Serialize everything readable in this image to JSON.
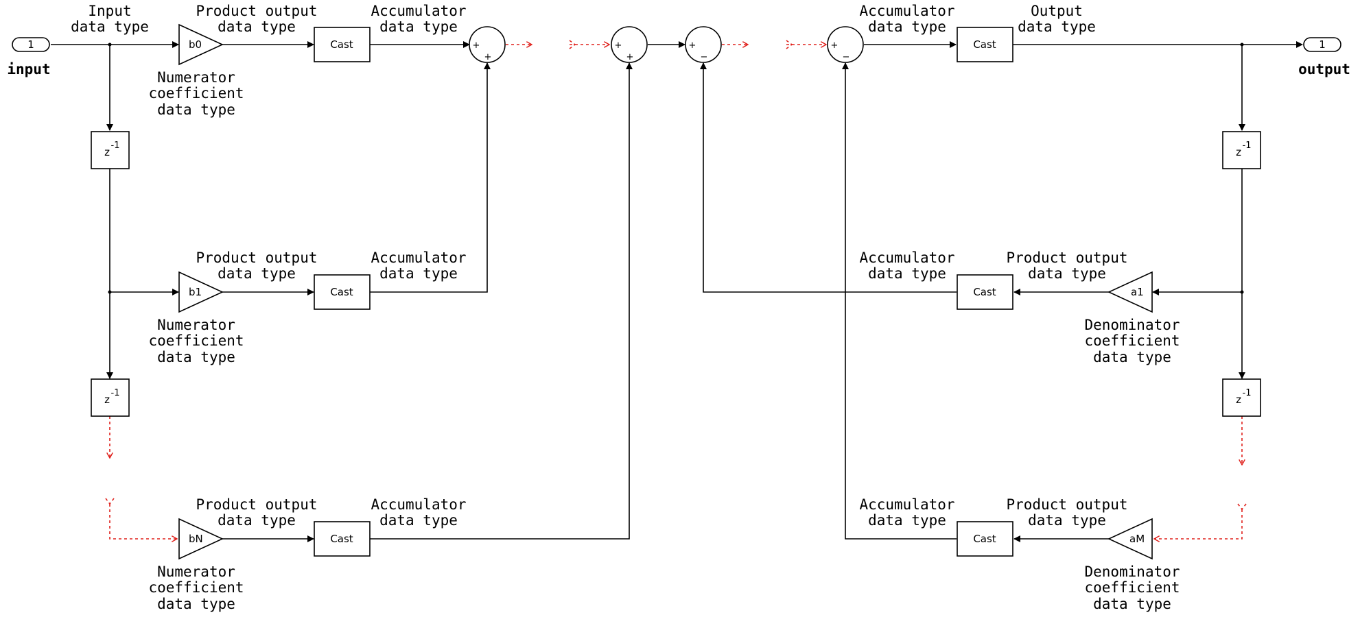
{
  "ports": {
    "input": {
      "number": "1",
      "name": "input"
    },
    "output": {
      "number": "1",
      "name": "output"
    }
  },
  "blocks": {
    "cast": "Cast",
    "delay_base": "z",
    "delay_exp": "-1",
    "gain_b0": "b0",
    "gain_b1": "b1",
    "gain_bN": "bN",
    "gain_a1": "a1",
    "gain_aM": "aM"
  },
  "signs": {
    "plus": "+",
    "minus": "−"
  },
  "labels": {
    "input_dt": [
      "Input",
      "data type"
    ],
    "product_dt": [
      "Product output",
      "data type"
    ],
    "accum_dt": [
      "Accumulator",
      "data type"
    ],
    "output_dt": [
      "Output",
      "data type"
    ],
    "num_coef_dt": [
      "Numerator",
      "coefficient",
      "data type"
    ],
    "den_coef_dt": [
      "Denominator",
      "coefficient",
      "data type"
    ]
  }
}
